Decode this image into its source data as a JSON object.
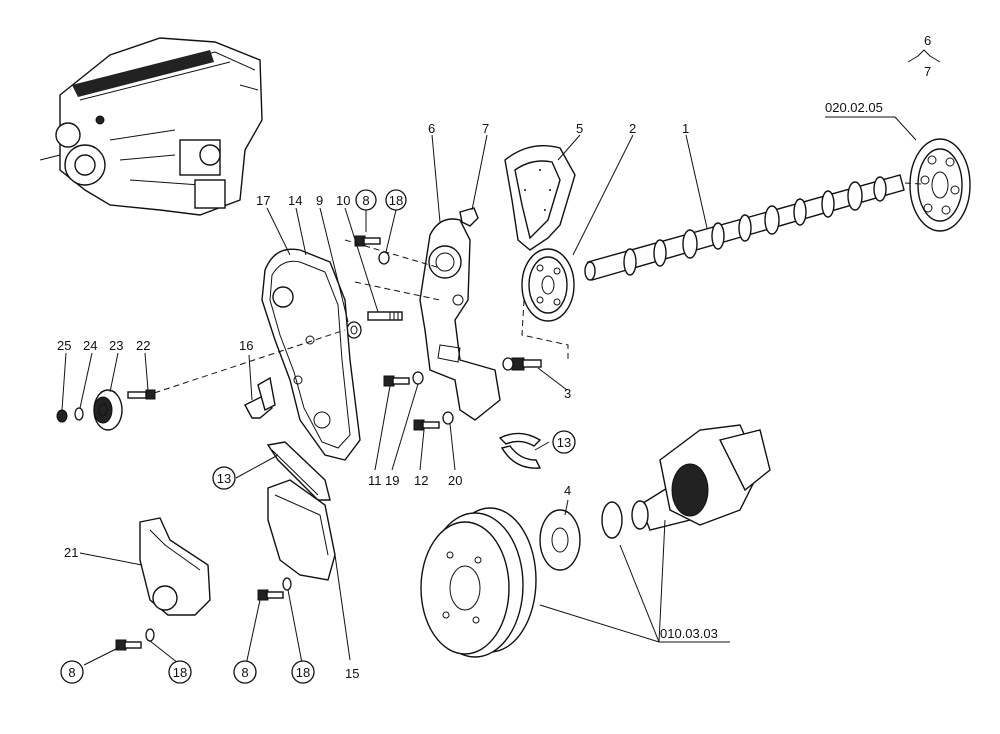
{
  "page_indicator": {
    "top": "6",
    "bottom": "7"
  },
  "refs": {
    "camshaft_group": "020.02.05",
    "crankshaft_group": "010.03.03"
  },
  "callouts": {
    "p1": "1",
    "p2": "2",
    "p3": "3",
    "p4": "4",
    "p5": "5",
    "p6": "6",
    "p7": "7",
    "p9": "9",
    "p10": "10",
    "p11": "11",
    "p12": "12",
    "p14": "14",
    "p15": "15",
    "p16": "16",
    "p17": "17",
    "p19": "19",
    "p20": "20",
    "p21": "21",
    "p22": "22",
    "p23": "23",
    "p24": "24",
    "p25": "25"
  },
  "circled": {
    "c13_top": "13",
    "c13_left": "13",
    "c8_top": "8",
    "c18_top": "18",
    "c8_bl": "8",
    "c18_bl": "18",
    "c8_bm": "8",
    "c18_bm": "18"
  }
}
